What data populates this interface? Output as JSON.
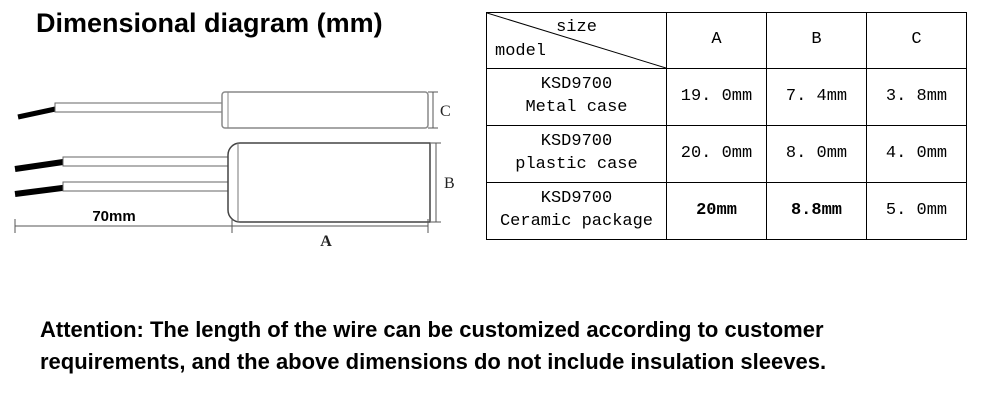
{
  "title": "Dimensional diagram (mm)",
  "diagram": {
    "labels": {
      "c": "C",
      "b": "B",
      "wire_length": "70mm",
      "a": "A"
    }
  },
  "table": {
    "header": {
      "size": "size",
      "model": "model",
      "col_a": "A",
      "col_b": "B",
      "col_c": "C"
    },
    "rows": [
      {
        "model_line1": "KSD9700",
        "model_line2": "Metal case",
        "a": "19. 0mm",
        "b": "7. 4mm",
        "c": "3. 8mm"
      },
      {
        "model_line1": "KSD9700",
        "model_line2": "plastic case",
        "a": "20. 0mm",
        "b": "8. 0mm",
        "c": "4. 0mm"
      },
      {
        "model_line1": "KSD9700",
        "model_line2": "Ceramic package",
        "a": "20mm",
        "b": "8.8mm",
        "c": "5. 0mm"
      }
    ]
  },
  "attention": {
    "line1": "Attention: The length of the wire can be customized according to customer",
    "line2": "requirements, and the above dimensions do not include insulation sleeves."
  },
  "colors": {
    "border": "#000000",
    "text": "#000000",
    "background": "#ffffff"
  }
}
